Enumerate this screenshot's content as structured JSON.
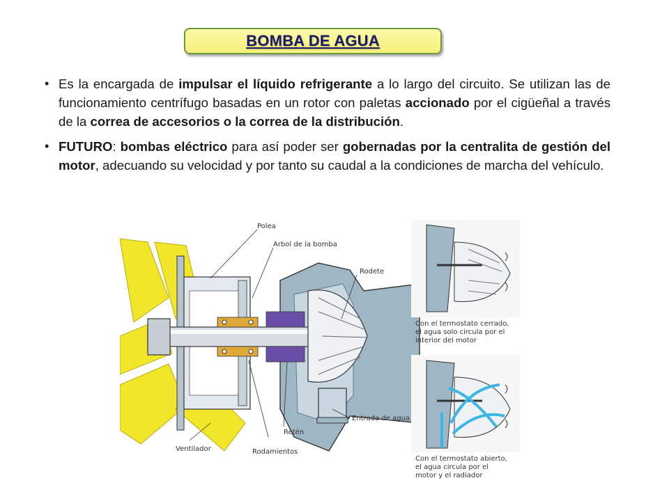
{
  "slide": {
    "title": "BOMBA DE AGUA",
    "bullets": [
      {
        "segments": [
          {
            "text": "Es la encargada de ",
            "bold": false
          },
          {
            "text": "impulsar el líquido refrigerante",
            "bold": true
          },
          {
            "text": " a lo largo del circuito. Se utilizan las de funcionamiento centrífugo basadas en un rotor con paletas ",
            "bold": false
          },
          {
            "text": "accionado",
            "bold": true
          },
          {
            "text": " por el cigüeñal a través de la ",
            "bold": false
          },
          {
            "text": "correa de accesorios o la correa de la distribución",
            "bold": true
          },
          {
            "text": ".",
            "bold": false
          }
        ]
      },
      {
        "segments": [
          {
            "text": "FUTURO",
            "bold": true
          },
          {
            "text": ": ",
            "bold": false
          },
          {
            "text": "bombas eléctrico",
            "bold": true
          },
          {
            "text": " para así poder ser ",
            "bold": false
          },
          {
            "text": "gobernadas por la centralita de gestión del motor",
            "bold": true
          },
          {
            "text": ", adecuando su velocidad y por tanto su caudal a la condiciones de marcha del vehículo.",
            "bold": false
          }
        ]
      }
    ]
  },
  "figure": {
    "labels": {
      "polea": "Polea",
      "arbol": "Arbol de la bomba",
      "rodete": "Rodete",
      "entrada": "Entrada de agua",
      "reten": "Retén",
      "rodamientos": "Rodamientos",
      "ventilador": "Ventilador"
    },
    "captions": {
      "cerrado": [
        "Con el termostato cerrado,",
        "el agua solo circula por el",
        "interior del motor"
      ],
      "abierto": [
        "Con el termostato abierto,",
        "el agua circula por el",
        "motor y el radiador"
      ]
    }
  },
  "colors": {
    "fan": "#f2e62a",
    "housing": "#9fb6c4",
    "housing_dark": "#5f7c8e",
    "bearing": "#e0a838",
    "seal": "#6a4fa8",
    "water": "#39b6e4"
  }
}
